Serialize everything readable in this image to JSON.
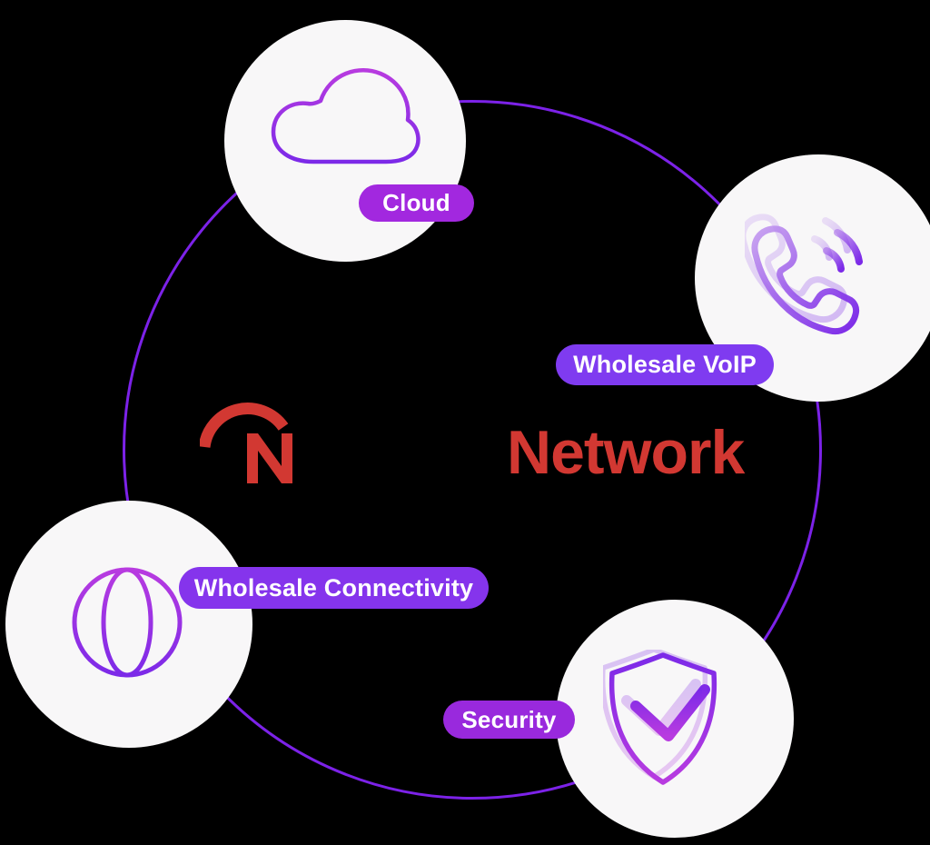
{
  "diagram_title": "Network services ring diagram",
  "colors": {
    "background": "#000000",
    "ring": "#7C22E8",
    "circle_bg": "#F8F7F8",
    "logo_red": "#D23832",
    "pill_text": "#FFFFFF",
    "icon_gradient_top": "#B83BE0",
    "icon_gradient_bottom": "#7C2AE8",
    "phone_gradient_top": "#C9A4F0"
  },
  "logo": {
    "brand_text": "Network",
    "mark": "red arc over letter N"
  },
  "nodes": [
    {
      "id": "cloud",
      "label": "Cloud",
      "icon": "cloud-icon",
      "pill_color": "#A228DF"
    },
    {
      "id": "wholesale-voip",
      "label": "Wholesale VoIP",
      "icon": "phone-voip-icon",
      "pill_color": "#7F3BF0"
    },
    {
      "id": "wholesale-connectivity",
      "label": "Wholesale Connectivity",
      "icon": "globe-icon",
      "pill_color": "#8534EC"
    },
    {
      "id": "security",
      "label": "Security",
      "icon": "shield-check-icon",
      "pill_color": "#9929DD"
    }
  ]
}
